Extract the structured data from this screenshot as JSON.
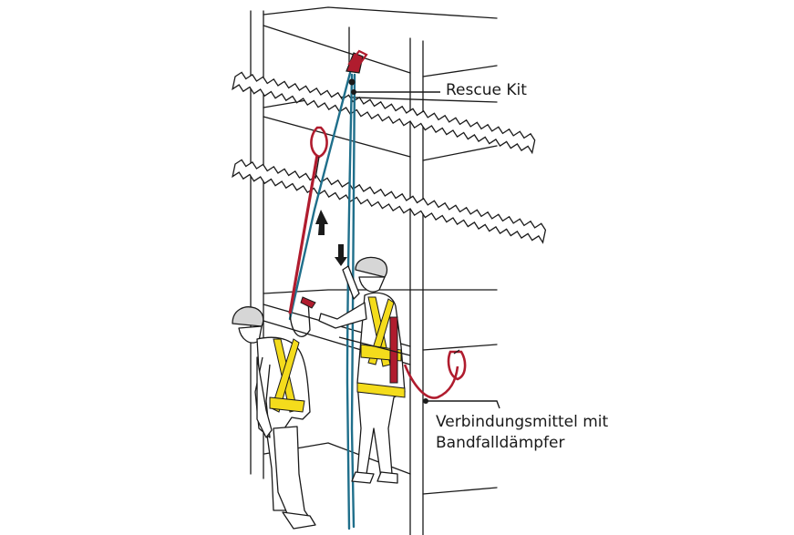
{
  "labels": {
    "rescue_kit": "Rescue Kit",
    "lanyard_line1": "Verbindungsmittel mit",
    "lanyard_line2": "Bandfalldämpfer"
  },
  "colors": {
    "rope_blue": "#1f6f8b",
    "lanyard_red": "#b01c2e",
    "harness_yellow": "#f4dc1c",
    "outline": "#1a1a1a"
  }
}
